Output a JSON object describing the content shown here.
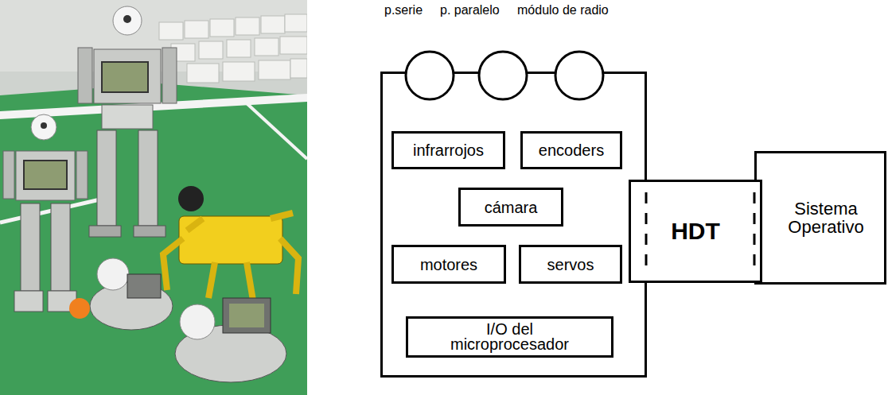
{
  "diagram": {
    "nodes": [
      {
        "text": [
          "p.serie"
        ]
      },
      {
        "text": [
          "p. paralelo"
        ]
      },
      {
        "text": [
          "módulo de radio"
        ]
      },
      {
        "text": [
          "infrarrojos"
        ]
      },
      {
        "text": [
          "encoders"
        ]
      },
      {
        "text": [
          "cámara"
        ]
      },
      {
        "text": [
          "motores"
        ]
      },
      {
        "text": [
          "servos"
        ]
      },
      {
        "text": [
          "I/O del microprocesador"
        ]
      },
      {
        "text": [
          "Sistema Operativo"
        ]
      },
      {
        "text": [
          "HDT"
        ]
      }
    ]
  }
}
